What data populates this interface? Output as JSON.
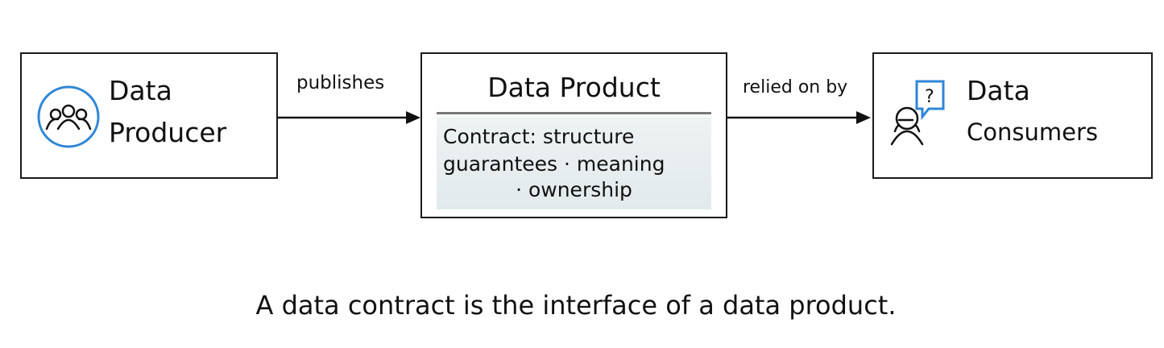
{
  "producer": {
    "line1": "Data",
    "line2": "Producer",
    "icon": "users-group-icon"
  },
  "product": {
    "title": "Data Product",
    "contract_line1": "Contract: structure",
    "contract_line2": "guarantees · meaning",
    "contract_line3": "· ownership"
  },
  "consumers": {
    "line1": "Data",
    "line2": "Consumers",
    "icon": "person-question-icon"
  },
  "edges": {
    "publishes": "publishes",
    "relied_on_by": "relied on by"
  },
  "caption": "A data contract is the interface of a data product.",
  "colors": {
    "accent": "#2f86d6",
    "ink": "#1a1a1a",
    "contract_bg": "#e8eef0"
  }
}
